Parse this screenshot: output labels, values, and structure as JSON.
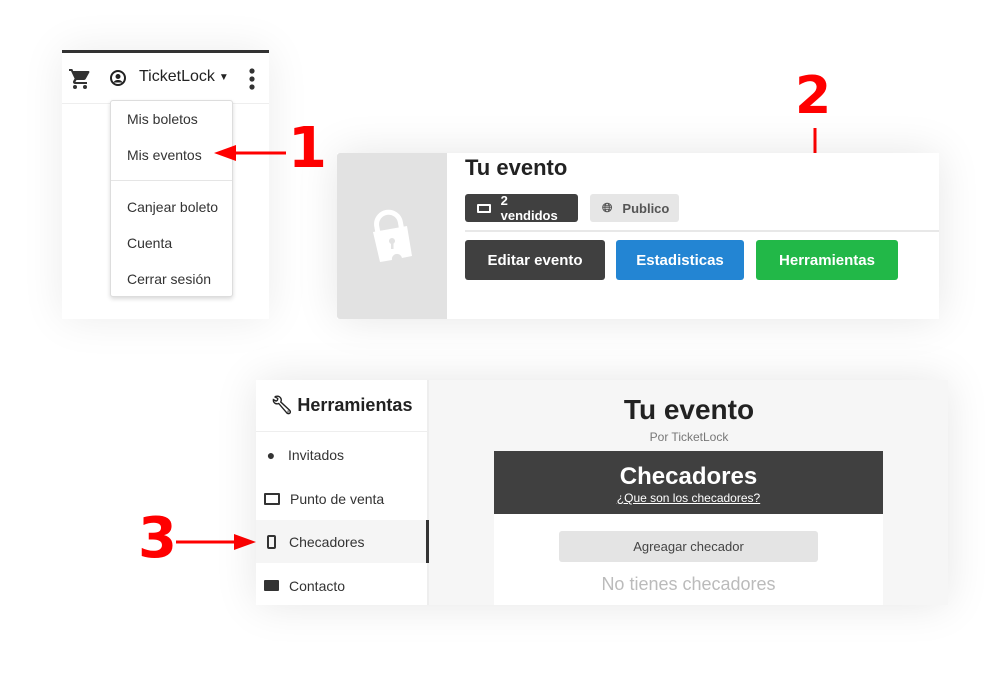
{
  "navbar": {
    "username": "TicketLock"
  },
  "dropdown": {
    "items": [
      "Mis boletos",
      "Mis eventos",
      "Canjear boleto",
      "Cuenta",
      "Cerrar sesión"
    ]
  },
  "steps": [
    "1",
    "2",
    "3"
  ],
  "event_card": {
    "title": "Tu evento",
    "sold_badge": "2 vendidos",
    "visibility_badge": "Publico",
    "buttons": {
      "edit": "Editar evento",
      "stats": "Estadisticas",
      "tools": "Herramientas"
    }
  },
  "tools": {
    "sidebar_title": "Herramientas",
    "items": [
      "Invitados",
      "Punto de venta",
      "Checadores",
      "Contacto"
    ],
    "active": "Checadores",
    "event_title": "Tu evento",
    "event_by": "Por TicketLock",
    "section_title": "Checadores",
    "section_link": "¿Que son los checadores?",
    "add_button": "Agreagar checador",
    "empty_text": "No tienes checadores"
  },
  "colors": {
    "dark": "#404040",
    "blue": "#2385d3",
    "green": "#22b848",
    "arrow": "#ff0000"
  }
}
